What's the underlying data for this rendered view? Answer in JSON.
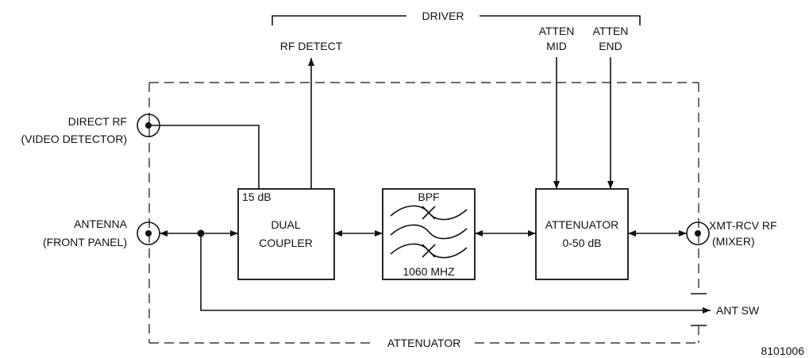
{
  "labels": {
    "driver": "DRIVER",
    "rf_detect": "RF DETECT",
    "atten_mid_1": "ATTEN",
    "atten_mid_2": "MID",
    "atten_end_1": "ATTEN",
    "atten_end_2": "END",
    "direct_rf_1": "DIRECT RF",
    "direct_rf_2": "(VIDEO DETECTOR)",
    "antenna_1": "ANTENNA",
    "antenna_2": "(FRONT PANEL)",
    "xmt_rcv_1": "XMT-RCV RF",
    "xmt_rcv_2": "(MIXER)",
    "ant_sw": "ANT SW",
    "attenuator_group": "ATTENUATOR",
    "figure_id": "8101006"
  },
  "blocks": {
    "coupler": {
      "tap": "15 dB",
      "line1": "DUAL",
      "line2": "COUPLER"
    },
    "bpf": {
      "title": "BPF",
      "freq": "1060 MHZ"
    },
    "attenuator": {
      "line1": "ATTENUATOR",
      "line2": "0-50 dB"
    }
  }
}
